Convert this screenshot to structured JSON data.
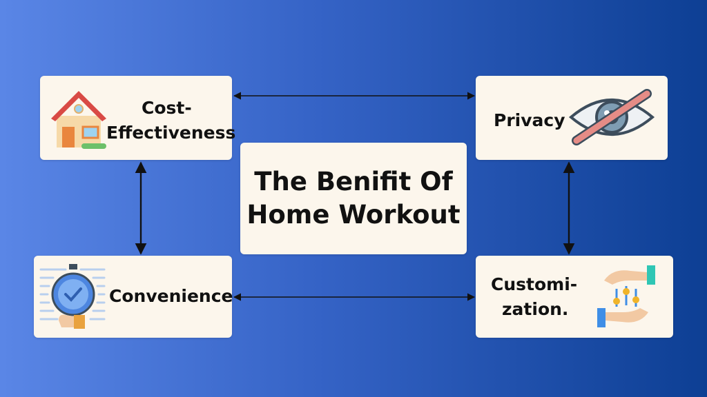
{
  "diagram": {
    "title_line1": "The Benifit Of",
    "title_line2": "Home Workout",
    "nodes": {
      "cost": {
        "line1": "Cost-",
        "line2": "Effectiveness",
        "icon": "house-icon"
      },
      "privacy": {
        "label": "Privacy",
        "icon": "eye-slash-icon"
      },
      "convenience": {
        "label": "Convenience",
        "icon": "stopwatch-icon"
      },
      "customization": {
        "line1": "Customi-",
        "line2": "zation.",
        "icon": "hands-sliders-icon"
      }
    },
    "edges": [
      {
        "from": "cost",
        "to": "privacy",
        "type": "bidirectional"
      },
      {
        "from": "cost",
        "to": "convenience",
        "type": "bidirectional"
      },
      {
        "from": "privacy",
        "to": "customization",
        "type": "bidirectional"
      },
      {
        "from": "convenience",
        "to": "customization",
        "type": "bidirectional"
      }
    ]
  },
  "colors": {
    "background_left": "#5a86e6",
    "background_right": "#0d3f94",
    "card": "#fcf6ec",
    "text": "#111111",
    "arrow": "#111111"
  }
}
